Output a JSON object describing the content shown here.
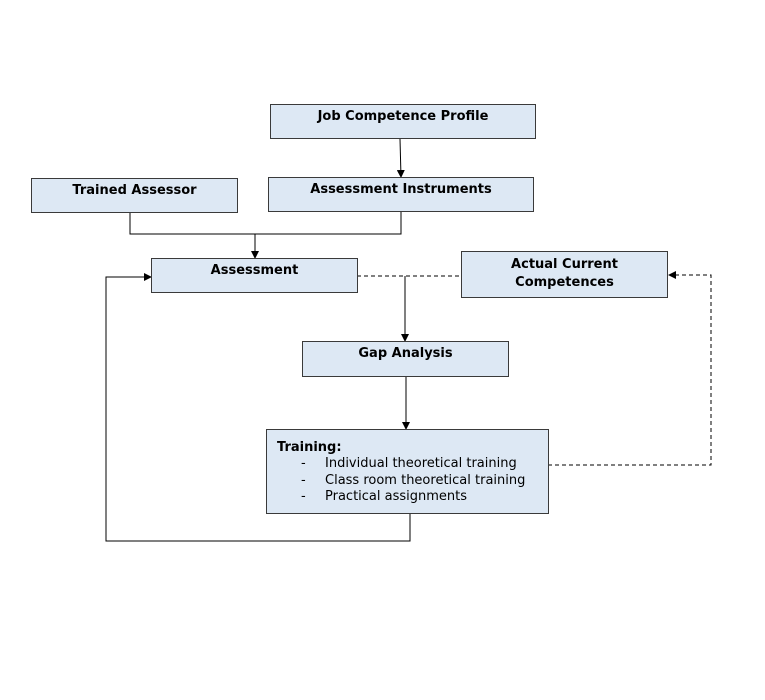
{
  "diagram": {
    "nodes": {
      "job_competence_profile": "Job Competence Profile",
      "trained_assessor": "Trained Assessor",
      "assessment_instruments": "Assessment Instruments",
      "assessment": "Assessment",
      "actual_current_competences": [
        "Actual Current",
        "Competences"
      ],
      "gap_analysis": "Gap Analysis",
      "training": {
        "title": "Training:",
        "bullet": "-",
        "items": [
          "Individual theoretical training",
          "Class room theoretical training",
          "Practical assignments"
        ]
      }
    },
    "colors": {
      "box_fill": "#dde8f4",
      "box_border": "#3a3a3a",
      "line": "#000000"
    }
  }
}
